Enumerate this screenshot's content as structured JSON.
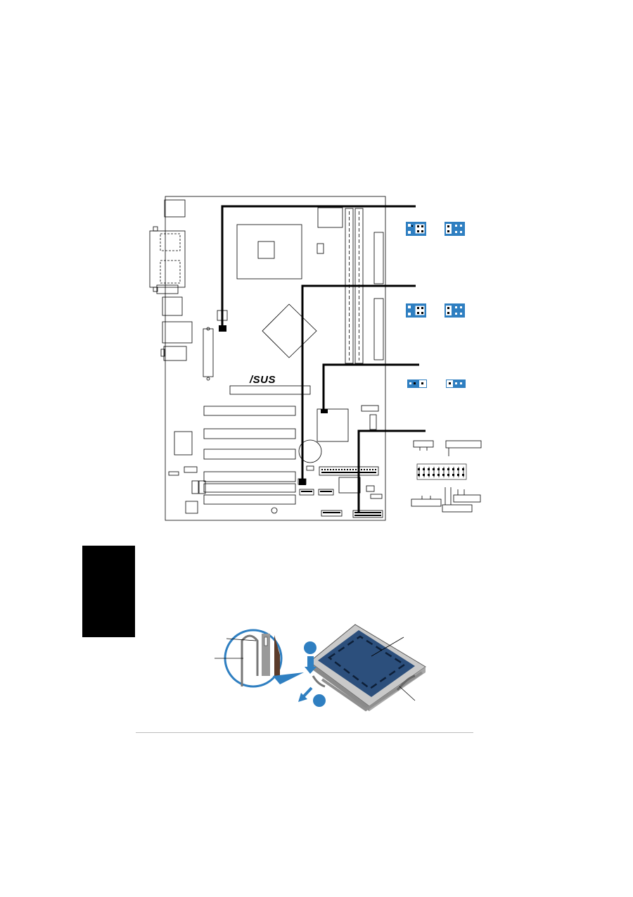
{
  "board": {
    "brand_logo": "/SUS"
  },
  "colors": {
    "jumper_blue": "#2f7fc1",
    "lever_blue": "#2f7fc1",
    "language_tab": "#000000",
    "footer_rule": "#bdbdbd"
  },
  "jumpers": [
    {
      "pins": 6,
      "cap": "left"
    },
    {
      "pins": 6,
      "cap": "right"
    },
    {
      "pins": 6,
      "cap": "left"
    },
    {
      "pins": 6,
      "cap": "right"
    },
    {
      "pins": 3,
      "cap": "left"
    },
    {
      "pins": 3,
      "cap": "right"
    }
  ],
  "icons": {
    "language_tab": "black-tab",
    "step_marker": "blue-circle",
    "press_arrow": "down-arrow",
    "pull_arrow": "diagonal-arrow",
    "lever_detail": "magnifier-callout"
  }
}
